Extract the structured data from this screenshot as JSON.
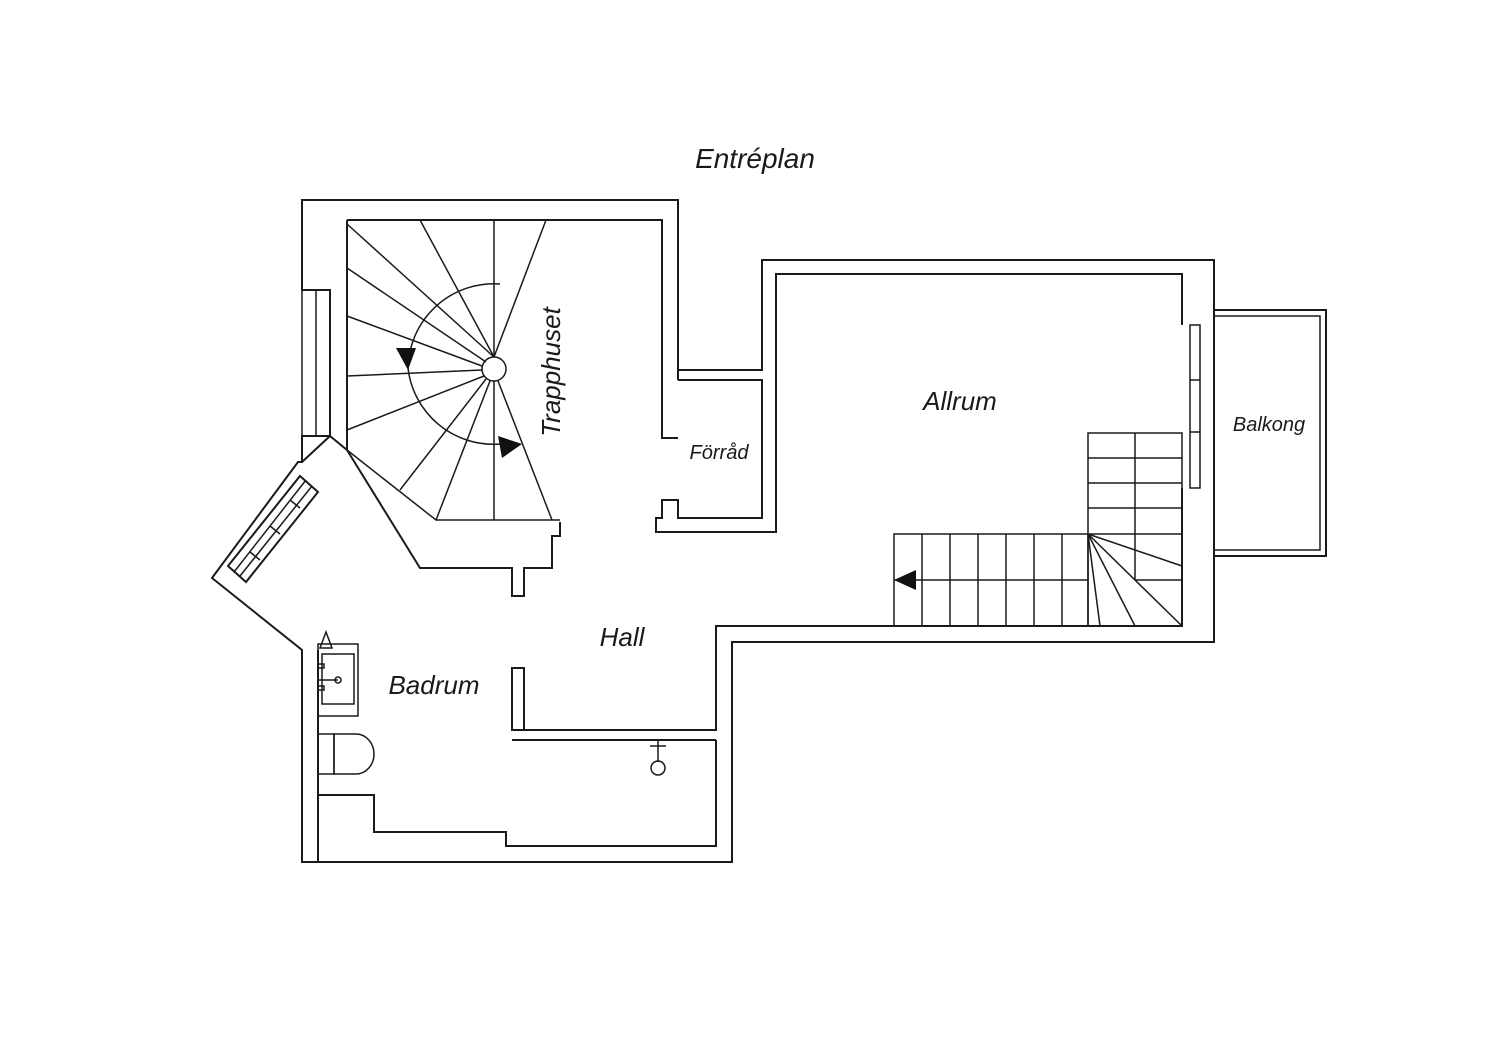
{
  "plan": {
    "title": "Entréplan",
    "rooms": {
      "trapphuset": "Trapphuset",
      "forrad": "Förråd",
      "allrum": "Allrum",
      "balkong": "Balkong",
      "hall": "Hall",
      "badrum": "Badrum"
    }
  },
  "colors": {
    "line": "#1a1a1a",
    "background": "#ffffff"
  }
}
